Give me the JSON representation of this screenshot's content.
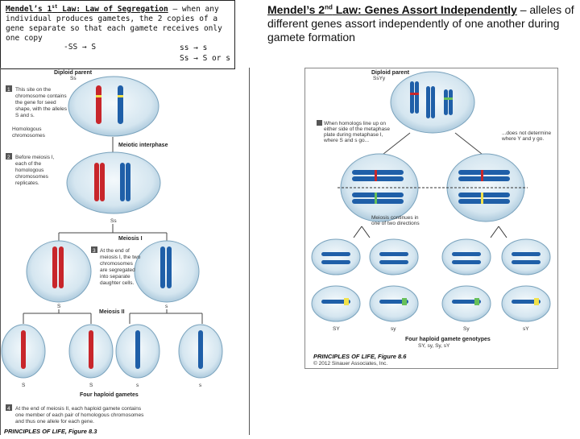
{
  "left_box": {
    "heading": "Mendel’s 1",
    "heading_sup": "st",
    "heading_rest": " Law:  Law of Segregation",
    "dash": " –",
    "body": "when any individual produces gametes, the 2 copies of a gene separate so that each gamete receives only one copy",
    "example1": "-SS → S",
    "example2_line1": "ss → s",
    "example2_line2": "Ss → S or s"
  },
  "right_title": {
    "heading": "Mendel’s 2",
    "heading_sup": "nd",
    "heading_rest": " Law:  Genes Assort Independently",
    "body": " – alleles of different genes assort independently of one another during gamete formation"
  },
  "figure_left": {
    "parent_label": "Diploid parent",
    "parent_genotype": "Ss",
    "step1": [
      "This site on the",
      "chromosome contains",
      "the gene for seed",
      "shape, with the alleles",
      "S and s."
    ],
    "homologous": [
      "Homologous",
      "chromosomes"
    ],
    "interphase": "Meiotic interphase",
    "step2": [
      "Before meiosis I,",
      "each of the",
      "homologous",
      "chromosomes",
      "replicates."
    ],
    "ss_label": "Ss",
    "meiosis1": "Meiosis I",
    "step3": [
      "At the end of",
      "meiosis I, the two",
      "chromosomes",
      "are segregated",
      "into separate",
      "daughter cells."
    ],
    "meiosis2": "Meiosis II",
    "gametes": [
      "S",
      "S",
      "s",
      "s"
    ],
    "four_haploid": "Four haploid gametes",
    "step4": [
      "At the end of meiosis II, each haploid gamete contains",
      "one member of each pair of homologous chromosomes",
      "and thus one allele for each gene."
    ],
    "caption": "PRINCIPLES OF LIFE, Figure 8.3"
  },
  "figure_right": {
    "parent_label": "Diploid parent",
    "parent_genotype": "SsYy",
    "step1": [
      "When homologs line up on",
      "either side of the metaphase",
      "plate during metaphase I,",
      "where S and s go..."
    ],
    "step1b": [
      "...does not determine",
      "where Y and y go."
    ],
    "continues": [
      "Meiosis continues in",
      "one of two directions"
    ],
    "gamete_labels": [
      "SY",
      "sy",
      "Sy",
      "sY"
    ],
    "genotypes_title": "Four haploid gamete genotypes",
    "genotypes": "SY, sy, Sy, sY",
    "caption": "PRINCIPLES OF LIFE, Figure 8.6",
    "copyright": "© 2012 Sinauer Associates, Inc."
  },
  "colors": {
    "red": "#c8262b",
    "blue": "#1f5fa8",
    "cell": "#d7e8f2",
    "yellow": "#f2e24a",
    "green": "#67c05a"
  }
}
